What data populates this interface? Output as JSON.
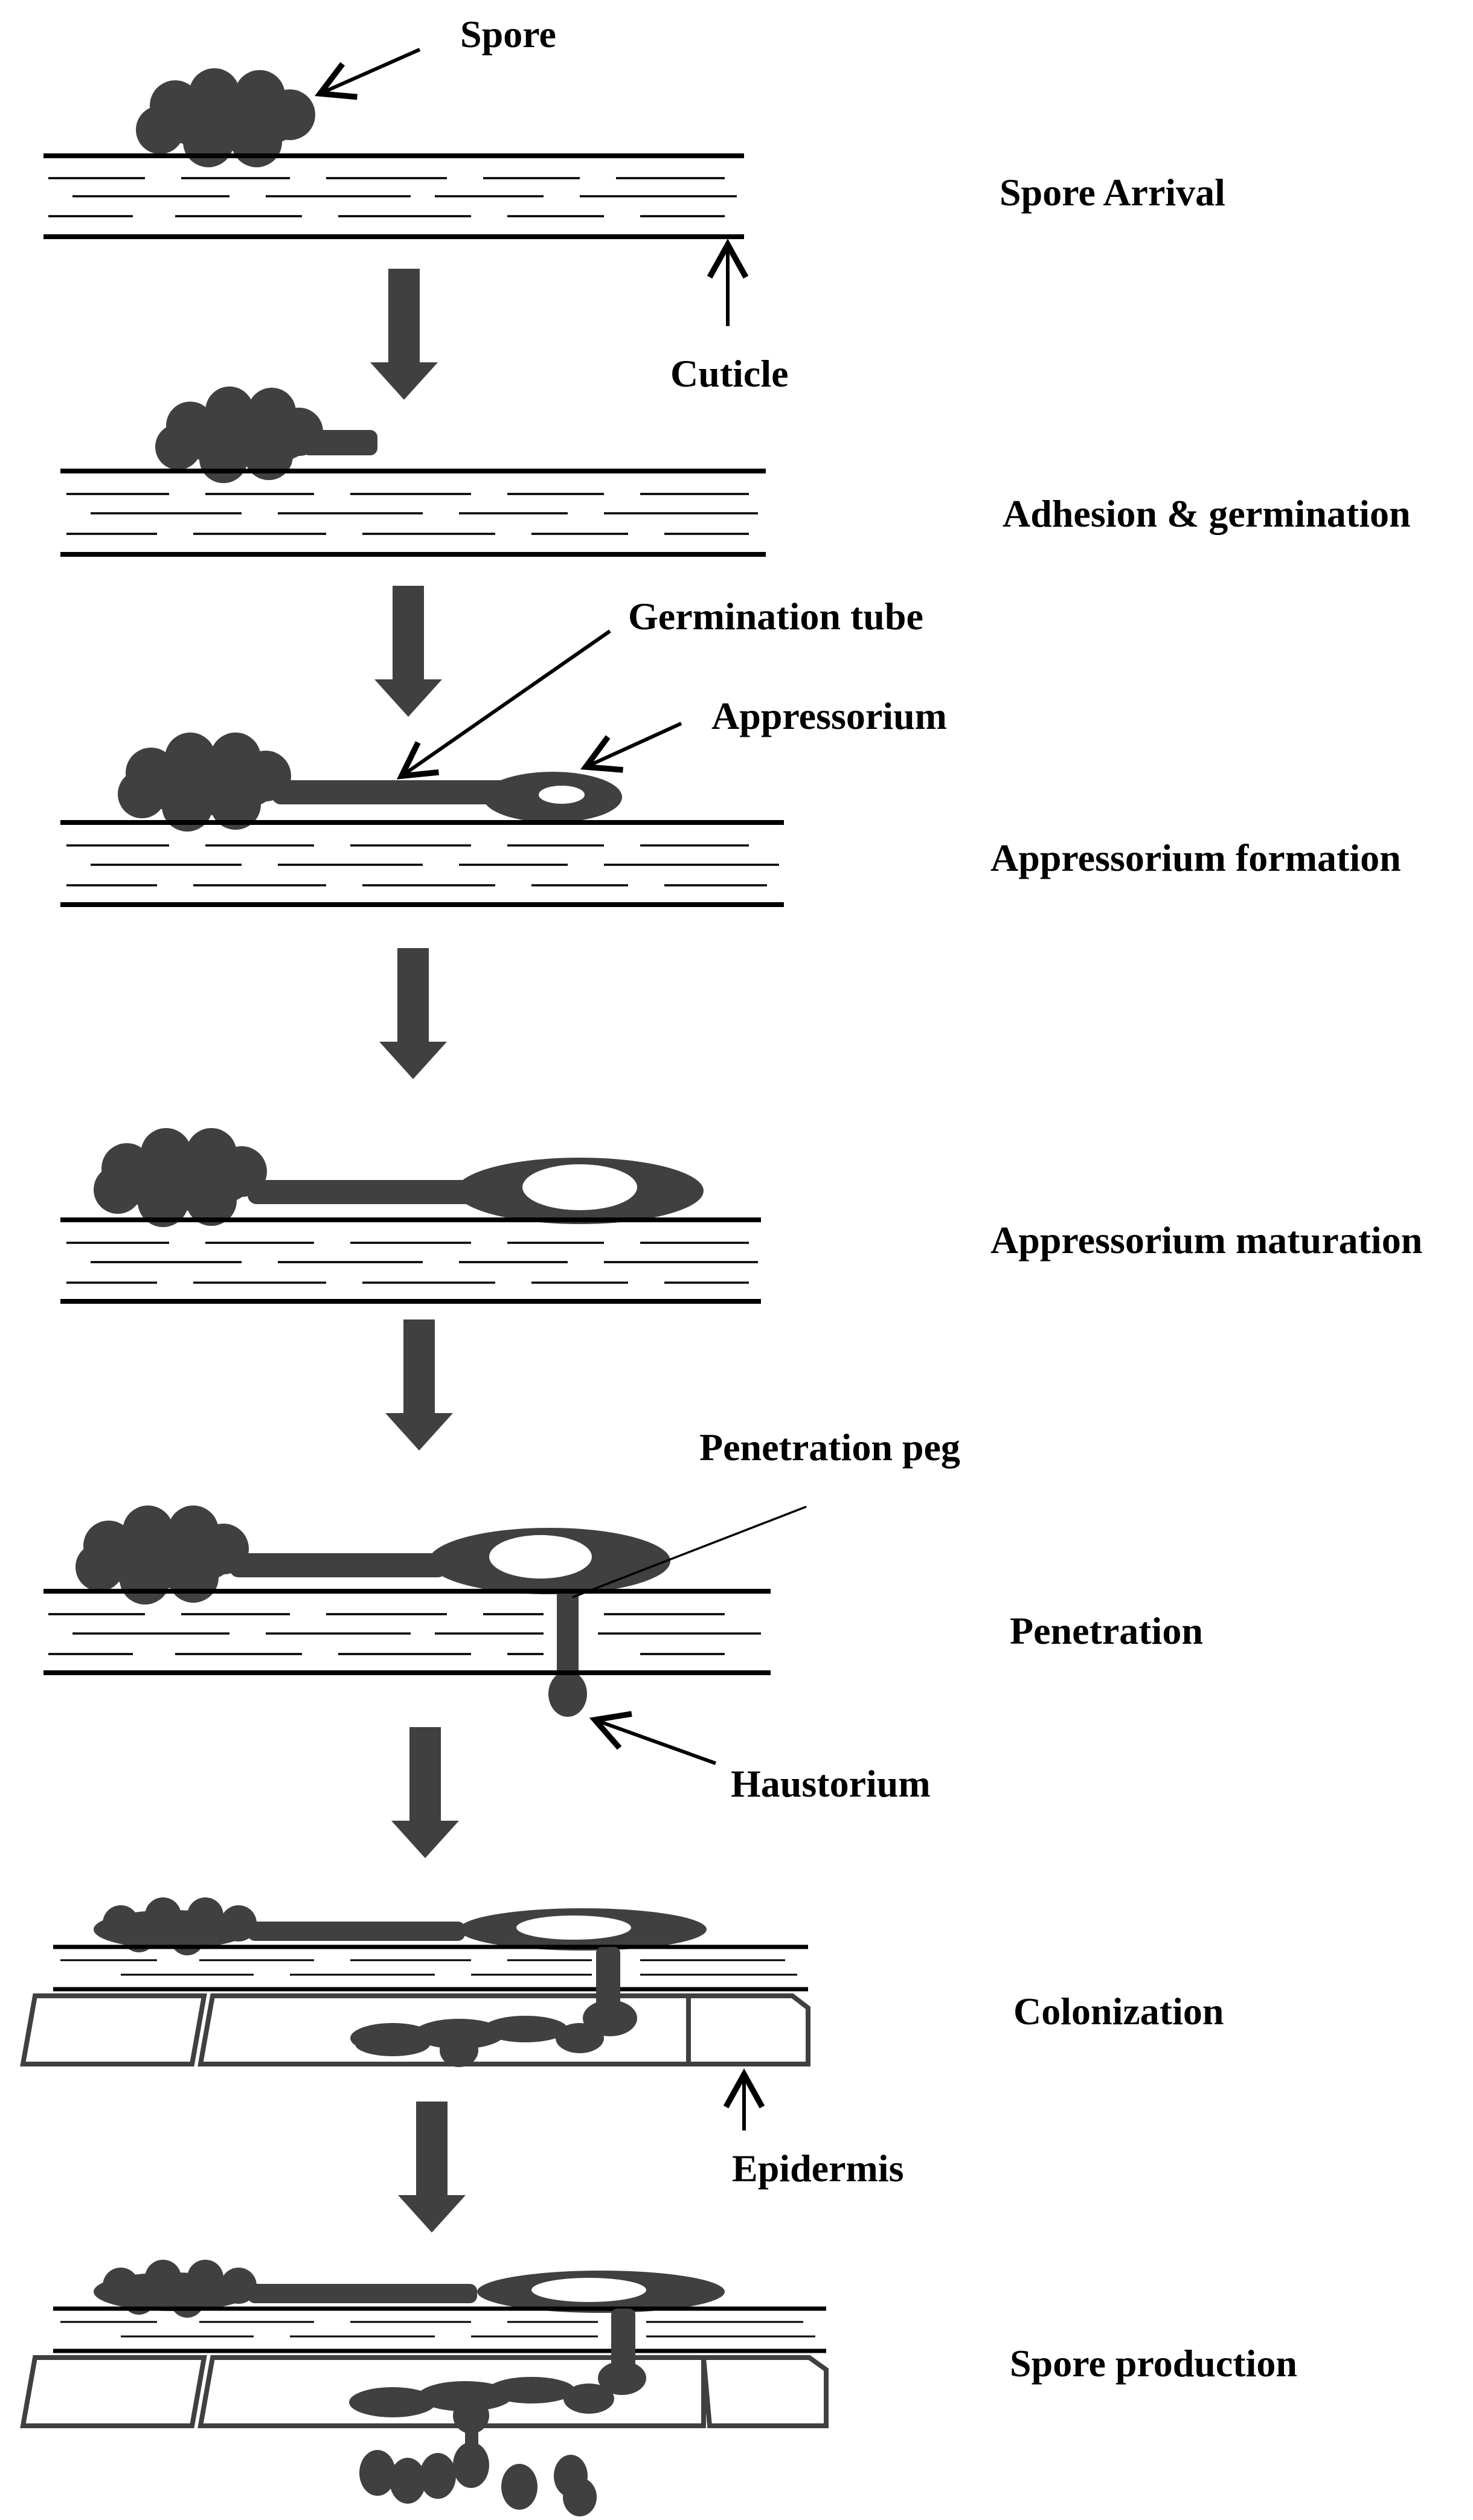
{
  "colors": {
    "fungus": "#404040",
    "line": "#000000",
    "background": "#ffffff"
  },
  "stages": [
    {
      "label": "Spore Arrival"
    },
    {
      "label": "Adhesion & germination"
    },
    {
      "label": "Appressorium formation"
    },
    {
      "label": "Appressorium maturation"
    },
    {
      "label": "Penetration"
    },
    {
      "label": "Colonization"
    },
    {
      "label": "Spore production"
    }
  ],
  "callouts": {
    "spore": "Spore",
    "cuticle": "Cuticle",
    "germination_tube": "Germination tube",
    "appressorium": "Appressorium",
    "penetration_peg": "Penetration peg",
    "haustorium": "Haustorium",
    "epidermis": "Epidermis"
  }
}
